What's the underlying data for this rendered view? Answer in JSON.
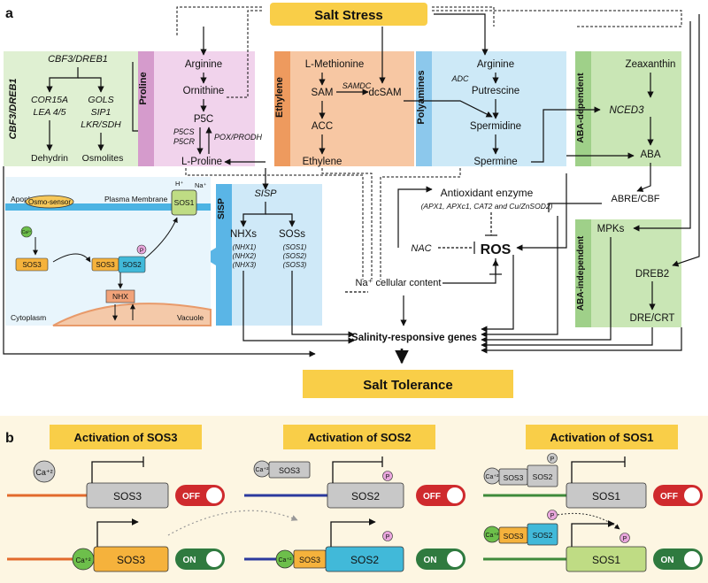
{
  "panel_a": {
    "label": "a",
    "salt_stress": "Salt Stress",
    "salt_tolerance": "Salt Tolerance",
    "salinity_genes": "Salinity-responsive genes",
    "cbf": {
      "title": "CBF3/DREB1",
      "side": "CBF3/DREB1",
      "left_genes": [
        "COR15A",
        "LEA 4/5"
      ],
      "right_genes": [
        "GOLS",
        "SIP1",
        "LKR/SDH"
      ],
      "dehydrin": "Dehydrin",
      "osmolites": "Osmolites"
    },
    "proline": {
      "side": "Proline",
      "arginine": "Arginine",
      "ornithine": "Ornithine",
      "p5c": "P5C",
      "p5cs": "P5CS",
      "p5cr": "P5CR",
      "pox": "POX/PRODH",
      "lproline": "L-Proline"
    },
    "ethylene": {
      "side": "Ethylene",
      "methionine": "L-Methionine",
      "sam": "SAM",
      "samdc": "SAMDC",
      "dcsam": "dcSAM",
      "acc": "ACC",
      "ethylene": "Ethylene"
    },
    "polyamines": {
      "side": "Polyamines",
      "arginine": "Arginine",
      "adc": "ADC",
      "putrescine": "Putrescine",
      "spermidine": "Spermidine",
      "spermine": "Spermine"
    },
    "aba_dep": {
      "side": "ABA-dependent",
      "zeaxanthin": "Zeaxanthin",
      "nced3": "NCED3",
      "aba": "ABA",
      "abre": "ABRE/CBF"
    },
    "aba_indep": {
      "side": "ABA-independent",
      "mpks": "MPKs",
      "dreb2": "DREB2",
      "dre": "DRE/CRT"
    },
    "antioxidant": "Antioxidant enzyme",
    "antioxidant_list": "(APX1, APXc1, CAT2 and Cu/ZnSOD2)",
    "nac": "NAC",
    "ros": "ROS",
    "na_content": "Na⁺ cellular content",
    "sisp": {
      "side": "SISP",
      "title": "SISP",
      "nhxs": "NHXs",
      "soss": "SOSs",
      "nhx_list": [
        "(NHX1)",
        "(NHX2)",
        "(NHX3)"
      ],
      "sos_list": [
        "(SOS1)",
        "(SOS2)",
        "(SOS3)"
      ]
    },
    "cell": {
      "apoplast": "Apoplast",
      "membrane": "Plasma Membrane",
      "osmo": "Osmo-sensor",
      "sos1": "SOS1",
      "sos3": "SOS3",
      "sos2": "SOS2",
      "nhx": "NHX",
      "cytoplasm": "Cytoplasm",
      "vacuole": "Vacuole",
      "ca": "Ca²⁺",
      "na": "Na⁺",
      "h": "H⁺",
      "p": "P"
    }
  },
  "panel_b": {
    "label": "b",
    "titles": [
      "Activation of SOS3",
      "Activation of SOS2",
      "Activation of SOS1"
    ],
    "ca": "Ca⁺²",
    "sos1": "SOS1",
    "sos2": "SOS2",
    "sos3": "SOS3",
    "p": "P",
    "off": "OFF",
    "on": "ON"
  },
  "colors": {
    "salt_yellow": "#f9ce48",
    "cbf_green": "#dff0d2",
    "proline_pink": "#f1d3ec",
    "ethylene_orange": "#f7c7a3",
    "polyamine_blue": "#cde9f7",
    "aba_green": "#c9e6b5",
    "sisp_blue": "#cfe9f8",
    "sos3_orange": "#f5b23c",
    "sos2_cyan": "#41b9d9",
    "sos1_lime": "#bfdc84",
    "nhx_salmon": "#f1a37a",
    "off_red": "#cf2a2d",
    "on_green": "#2f7a3f",
    "panel_b_bg": "#fdf6e2"
  }
}
